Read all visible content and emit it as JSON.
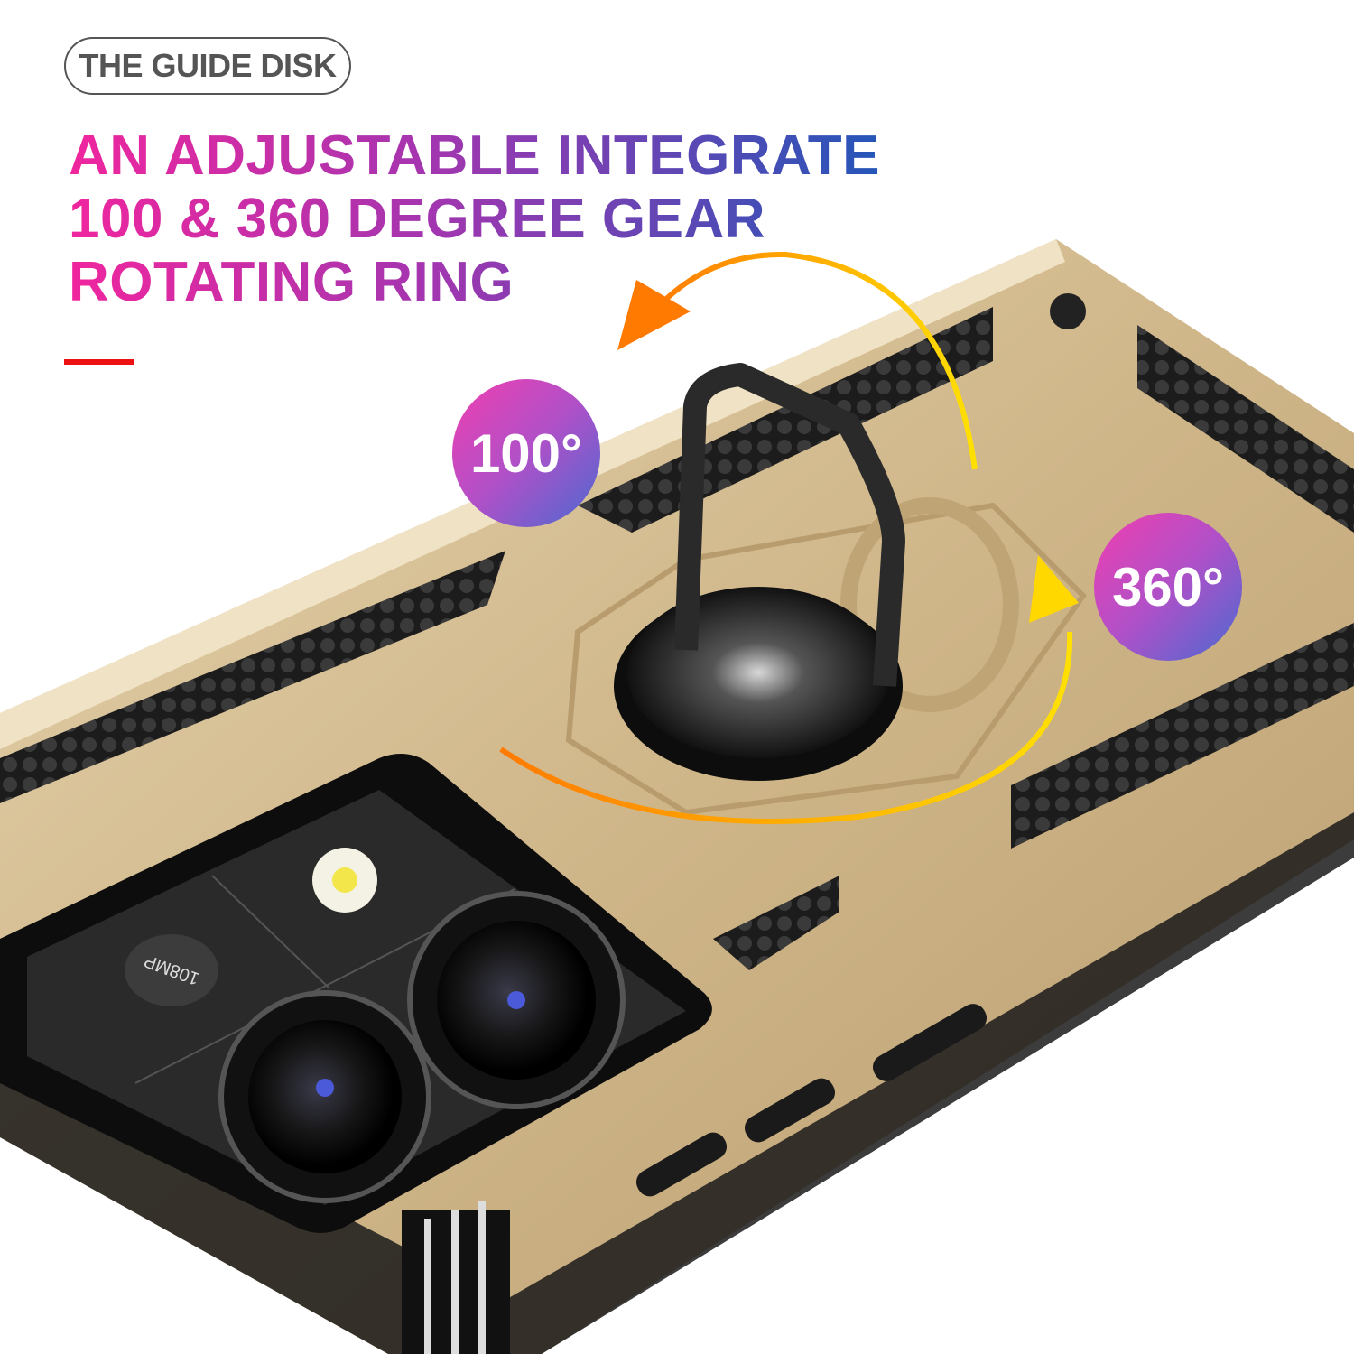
{
  "label_pill": "THE GUIDE DISK",
  "headline": {
    "line1": "AN ADJUSTABLE INTEGRATED",
    "line2": "100 & 360 DEGREE GEAR",
    "line3": "ROTATING RING"
  },
  "badges": {
    "tilt": "100°",
    "rotate": "360°"
  },
  "camera": {
    "lens_label": "108MP"
  },
  "colors": {
    "case_gold": "#d2b98f",
    "accent_red": "#ee1111",
    "gradient_pink": "#f0269e",
    "gradient_blue": "#2456b8",
    "arrow_orange": "#ff7a00",
    "arrow_yellow": "#ffe000"
  }
}
